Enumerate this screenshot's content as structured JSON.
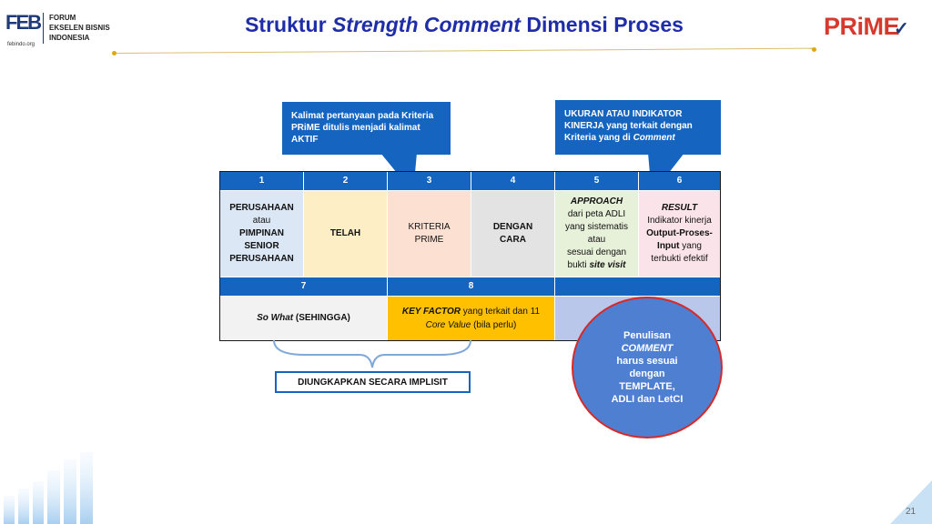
{
  "header": {
    "logo_brand": "FEB",
    "logo_website": "febindo.org",
    "org_line1": "FORUM",
    "org_line2": "EKSELEN BISNIS",
    "org_line3": "INDONESIA",
    "title_part1": "Struktur ",
    "title_part2": "Strength Comment",
    "title_part3": " Dimensi Proses",
    "prime_logo": "PRiME"
  },
  "callouts": {
    "left": "Kalimat pertanyaan pada Kriteria PRiME ditulis menjadi kalimat AKTIF",
    "right_line1": "UKURAN ATAU INDIKATOR KINERJA yang terkait dengan Kriteria yang di ",
    "right_italic": "Comment"
  },
  "table": {
    "headers_top": [
      "1",
      "2",
      "3",
      "4",
      "5",
      "6"
    ],
    "col1": {
      "l1": "PERUSAHAAN",
      "l2": "atau",
      "l3": "PIMPINAN",
      "l4": "SENIOR",
      "l5": "PERUSAHAAN"
    },
    "col2": "TELAH",
    "col3": {
      "l1": "KRITERIA",
      "l2": "PRIME"
    },
    "col4": {
      "l1": "DENGAN",
      "l2": "CARA"
    },
    "col5": {
      "l1": "APPROACH",
      "l2": "dari peta ADLI",
      "l3": "yang sistematis",
      "l4": "atau",
      "l5": "sesuai dengan",
      "l6a": "bukti ",
      "l6b": "site visit"
    },
    "col6": {
      "l1": "RESULT",
      "l2": "Indikator kinerja",
      "l3": "Output-Proses-",
      "l4a": "Input",
      "l4b": " yang",
      "l5": "terbukti efektif"
    },
    "headers_bottom": [
      "7",
      "8"
    ],
    "row2_col1a": "So What",
    "row2_col1b": " (SEHINGGA)",
    "row2_col2a": "KEY FACTOR",
    "row2_col2b": "  yang terkait dan 11",
    "row2_col2c": "Core Value",
    "row2_col2d": "  (bila perlu)"
  },
  "implicit_label": "DIUNGKAPKAN SECARA IMPLISIT",
  "circle": {
    "l1": "Penulisan",
    "l2": "COMMENT",
    "l3": "harus sesuai",
    "l4": "dengan",
    "l5": "TEMPLATE,",
    "l6": "ADLI dan LetCI"
  },
  "page_number": "21",
  "colors": {
    "primary_blue": "#1565c0",
    "title_blue": "#1f2ea8",
    "prime_red": "#d63a2e",
    "cell_lightblue": "#dbe7f5",
    "cell_cream": "#fdeec6",
    "cell_peach": "#fce0d2",
    "cell_gray": "#e3e3e3",
    "cell_lightgreen": "#e7f0d8",
    "cell_pink": "#fbe3ea",
    "cell_orange": "#ffc000",
    "cell_periwinkle": "#b8c7ea"
  }
}
